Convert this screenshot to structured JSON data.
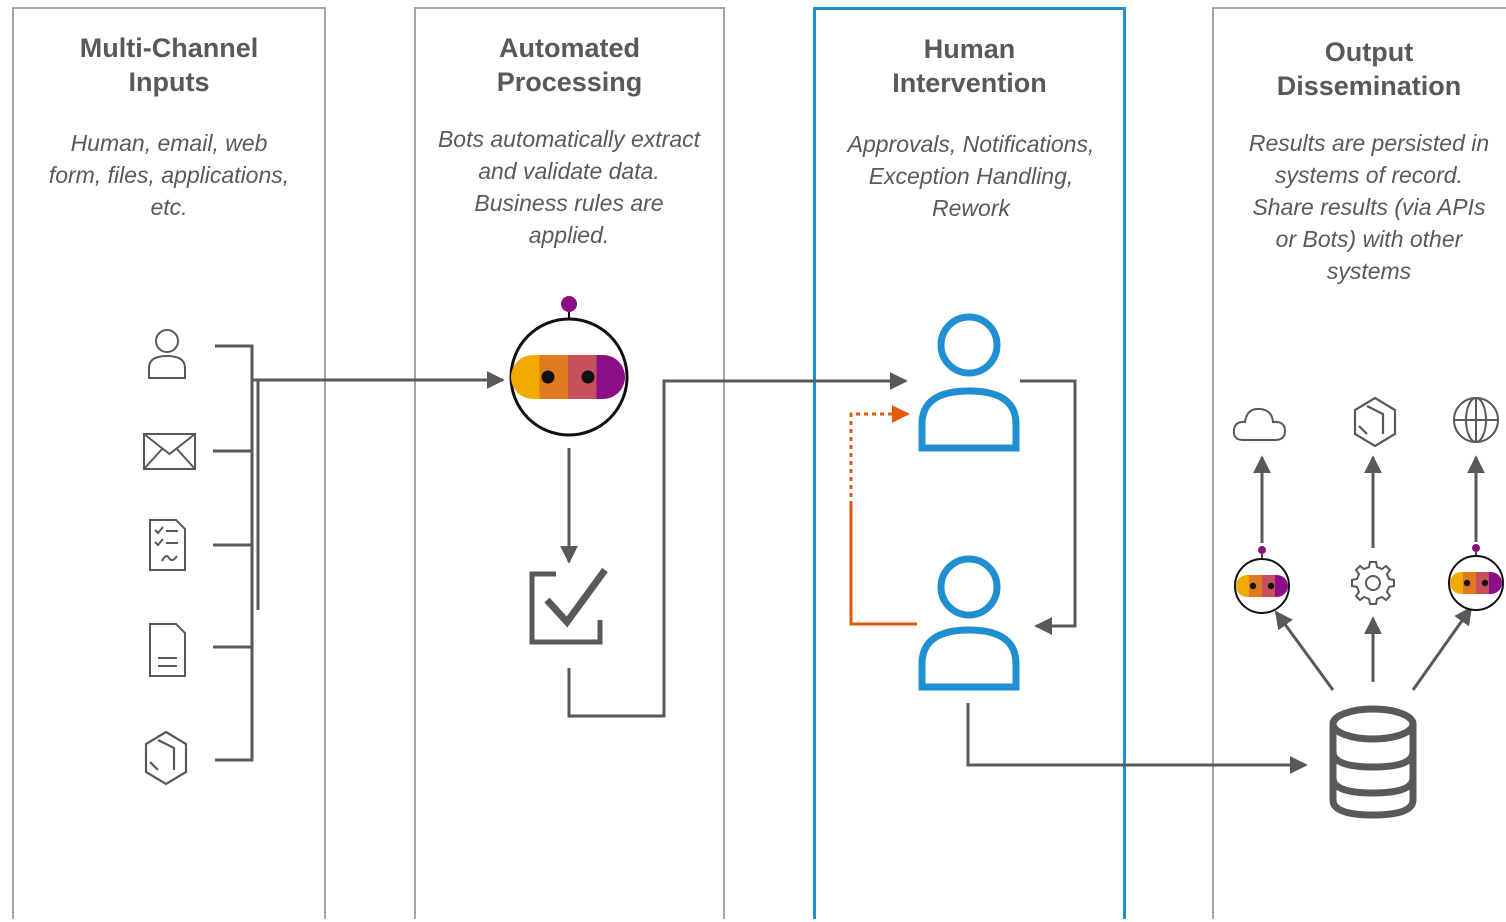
{
  "lanes": [
    {
      "title_line1": "Multi-Channel",
      "title_line2": "Inputs",
      "desc_lines": [
        "Human, email, web",
        "form, files, applications,",
        "etc."
      ]
    },
    {
      "title_line1": "Automated",
      "title_line2": "Processing",
      "desc_lines": [
        "Bots automatically extract",
        "and validate data.",
        "Business rules are",
        "applied."
      ]
    },
    {
      "title_line1": "Human",
      "title_line2": "Intervention",
      "desc_lines": [
        "Approvals, Notifications,",
        "Exception Handling,",
        "Rework"
      ]
    },
    {
      "title_line1": "Output",
      "title_line2": "Dissemination",
      "desc_lines": [
        "Results are persisted in",
        "systems of record.",
        "Share results (via APIs",
        "or Bots) with other",
        "systems"
      ]
    }
  ],
  "colors": {
    "lane_border": "#a6a6a6",
    "active_lane_border": "#1f8fd1",
    "connector": "#595959",
    "person_blue": "#1f8fd1",
    "rework_orange": "#e05a0c",
    "bot_antenna": "#8b0f87",
    "bot_gradient": [
      "#f2a900",
      "#e07a1f",
      "#c8505c",
      "#8b0f87"
    ]
  },
  "icons": {
    "inputs": [
      "person-outline-icon",
      "envelope-icon",
      "checklist-form-icon",
      "document-file-icon",
      "application-cube-icon"
    ],
    "processing": [
      "bot-icon",
      "validated-checkbox-icon"
    ],
    "intervention": [
      "person-icon",
      "person-icon"
    ],
    "output": [
      "cloud-icon",
      "application-cube-icon",
      "globe-icon",
      "bot-icon",
      "gear-icon",
      "bot-icon",
      "database-icon"
    ]
  }
}
